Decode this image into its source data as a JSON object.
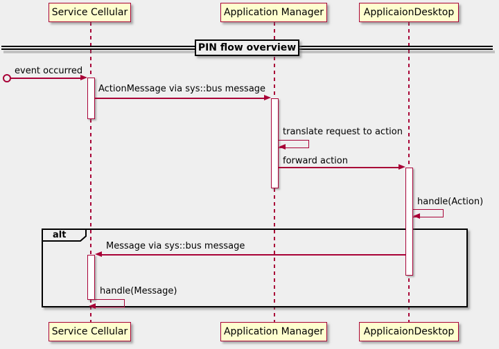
{
  "diagram": {
    "divider_title": "PIN flow overview",
    "fragment_label": "alt",
    "participants": {
      "p1": "Service Cellular",
      "p2": "Application Manager",
      "p3": "ApplicaionDesktop"
    },
    "messages": {
      "m1": "event occurred",
      "m2": "ActionMessage via sys::bus message",
      "m3": "translate request to action",
      "m4": "forward action",
      "m5": "handle(Action)",
      "m6": "Message via sys::bus message",
      "m7": "handle(Message)"
    },
    "icons": {
      "message_origin": "open-circle",
      "arrowhead": "filled-triangle"
    },
    "colors": {
      "background": "#EFEFEF",
      "accent": "#A80036",
      "participant_fill": "#FEFECE",
      "frame_border": "#000000",
      "text": "#000000",
      "activation_fill": "#FFFFFF",
      "divider_fill": "#EEEEEE"
    }
  }
}
